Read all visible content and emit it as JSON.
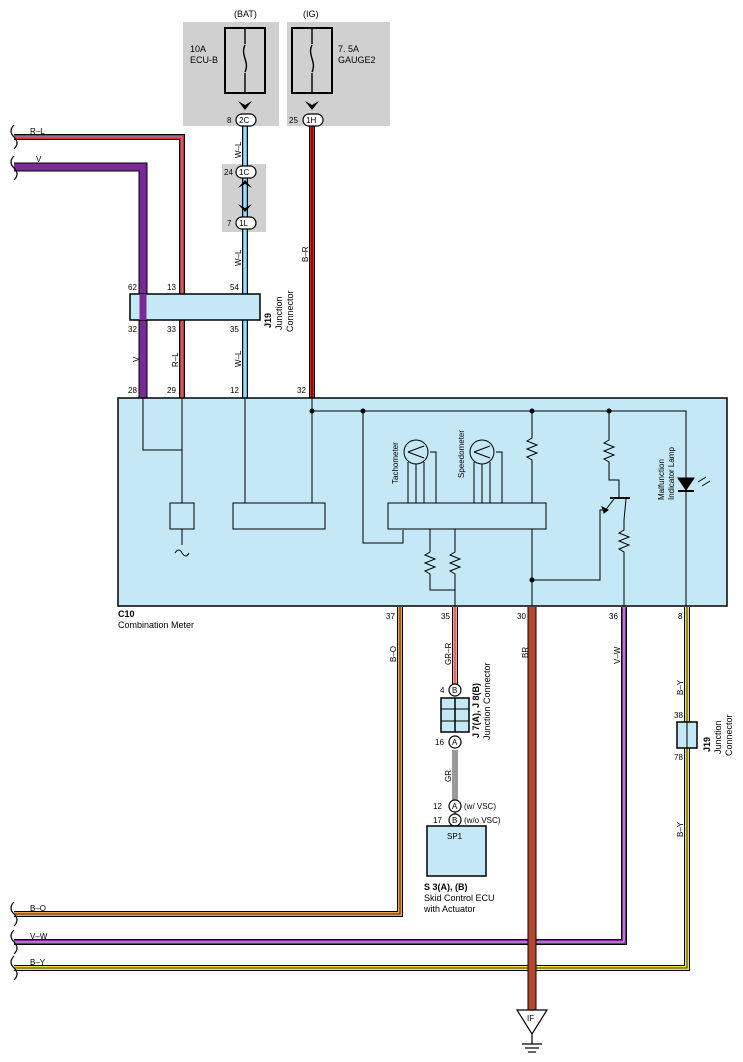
{
  "fuses": {
    "bat": {
      "supply": "(BAT)",
      "rating": "10A",
      "name": "ECU-B"
    },
    "ig": {
      "supply": "(IG)",
      "rating": "7. 5A",
      "name": "GAUGE2"
    }
  },
  "pins": {
    "p8": "8",
    "c2C": "2C",
    "p25": "25",
    "c1H": "1H",
    "p24": "24",
    "c1C": "1C",
    "p7": "7",
    "c1L": "1L",
    "p62": "62",
    "p13": "13",
    "p54": "54",
    "p32a": "32",
    "p33": "33",
    "p35a": "35",
    "p28": "28",
    "p29": "29",
    "p12": "12",
    "p32b": "32",
    "p37": "37",
    "p35b": "35",
    "p30": "30",
    "p36": "36",
    "p8b": "8",
    "p4": "4",
    "cB1": "B",
    "p16": "16",
    "cA1": "A",
    "p12b": "12",
    "cA2": "A",
    "p17": "17",
    "cB2": "B",
    "p38": "38",
    "p78": "78"
  },
  "wires": {
    "rl_top": "R–L",
    "v_top": "V",
    "wl1": "W–L",
    "br1": "B–R",
    "wl2": "W–L",
    "v_mid": "V",
    "rl_mid": "R–L",
    "wl3": "W–L",
    "bo": "B–O",
    "grr": "GR–R",
    "br_main": "BR",
    "vw": "V–W",
    "by1": "B–Y",
    "gr": "GR",
    "by2": "B–Y",
    "bo_bot": "B–O",
    "vw_bot": "V–W",
    "by_bot": "B–Y"
  },
  "connectors": {
    "j19_top_id": "J19",
    "j19_top_name": "Junction Connector",
    "j7_id": "J 7(A), J 8(B)",
    "j7_name": "Junction Connector",
    "j19_bot_id": "J19",
    "j19_bot_name": "Junction Connector"
  },
  "meter": {
    "id": "C10",
    "name": "Combination Meter",
    "tachometer": "Tachometer",
    "speedometer": "Speedometer",
    "mil": "Malfunction Indicator Lamp"
  },
  "ecu": {
    "box": "SP1",
    "vsc1": "(w/ VSC)",
    "vsc2": "(w/o VSC)",
    "id": "S 3(A), (B)",
    "name1": "Skid Control ECU",
    "name2": "with Actuator"
  },
  "ground": "IF",
  "colors": {
    "fuse_box": "#d0d0d0",
    "meter_fill": "#c4e8f5",
    "red": "#e0281e",
    "blue": "#4fb6e6",
    "purple": "#7a2a96",
    "orange": "#f0a44a",
    "brown": "#b5482c",
    "gray": "#9a9a9a",
    "yellow": "#f2e24a"
  }
}
